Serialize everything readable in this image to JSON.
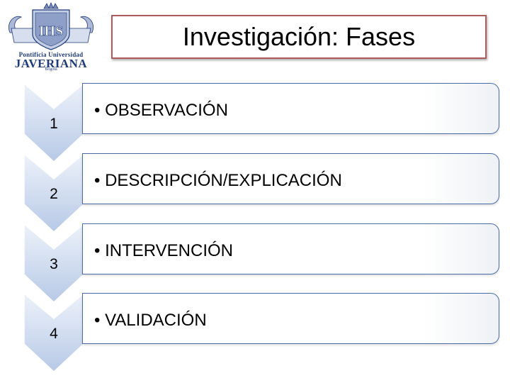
{
  "logo": {
    "line1": "Pontificia Universidad",
    "line2": "JAVERIANA",
    "line3": "Bogotá",
    "emblem_text": "IHS"
  },
  "title": "Investigación: Fases",
  "phases": [
    {
      "number": "1",
      "label": "• OBSERVACIÓN"
    },
    {
      "number": "2",
      "label": "• DESCRIPCIÓN/EXPLICACIÓN"
    },
    {
      "number": "3",
      "label": "• INTERVENCIÓN"
    },
    {
      "number": "4",
      "label": "• VALIDACIÓN"
    }
  ],
  "colors": {
    "title_border": "#b15a5a",
    "box_border": "#4a6aa8",
    "arrow_fill_light": "#e6edf8",
    "arrow_fill_dark": "#b7c9e6",
    "logo_blue": "#1f3a7a"
  }
}
